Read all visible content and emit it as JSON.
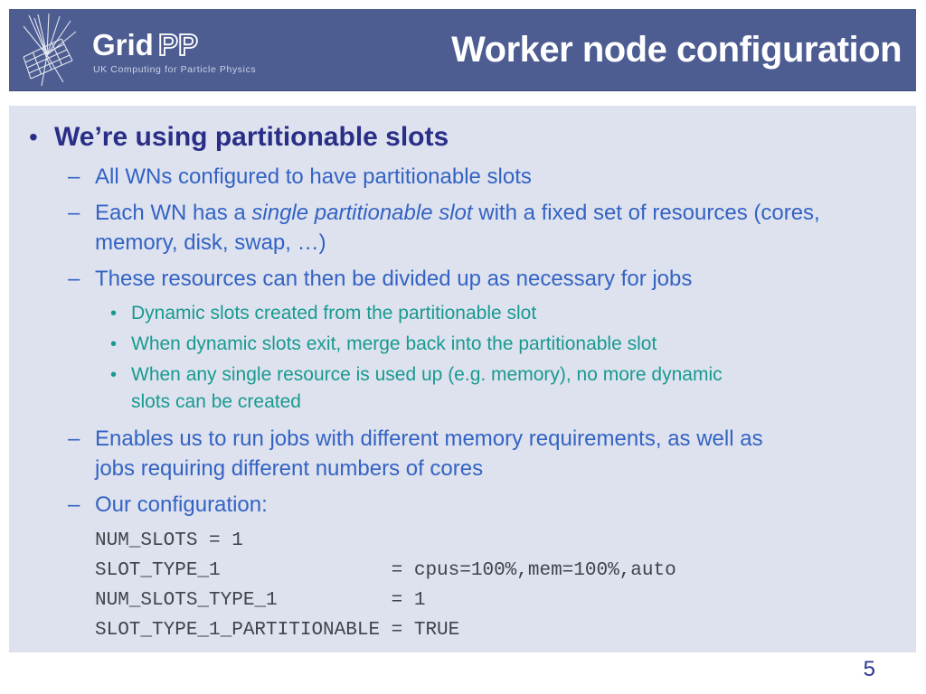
{
  "header": {
    "logo": {
      "brand_bold": "Grid",
      "brand_outline": "PP",
      "tagline": "UK Computing for Particle Physics"
    },
    "title": "Worker node configuration"
  },
  "markers": {
    "level1": "•",
    "level2": "–",
    "level3": "•"
  },
  "content": {
    "heading": "We’re using partitionable slots",
    "sub1": "All WNs configured to have partitionable slots",
    "sub2_prefix": "Each WN has a ",
    "sub2_italic": "single partitionable slot",
    "sub2_suffix": " with a fixed set of resources (cores, memory, disk, swap, …)",
    "sub3": "These resources can then be divided up as necessary for jobs",
    "sub3_children": [
      "Dynamic slots created from the partitionable slot",
      "When dynamic slots exit, merge back into the partitionable slot",
      "When any single resource is used up (e.g. memory), no more dynamic slots can be created"
    ],
    "sub4": "Enables us to run jobs with different memory requirements, as well as jobs requiring different numbers of cores",
    "sub5": "Our configuration:",
    "code_lines": [
      "NUM_SLOTS = 1",
      "SLOT_TYPE_1               = cpus=100%,mem=100%,auto",
      "NUM_SLOTS_TYPE_1          = 1",
      "SLOT_TYPE_1_PARTITIONABLE = TRUE"
    ]
  },
  "footer": {
    "page_number": "5"
  },
  "colors": {
    "header_bg": "#4d5d92",
    "content_bg": "#dee2ef",
    "level1_text": "#292e87",
    "level2_text": "#3363c3",
    "level3_text": "#189a90",
    "code_text": "#404348",
    "page_number": "#2c3590",
    "title_text": "#ffffff"
  }
}
